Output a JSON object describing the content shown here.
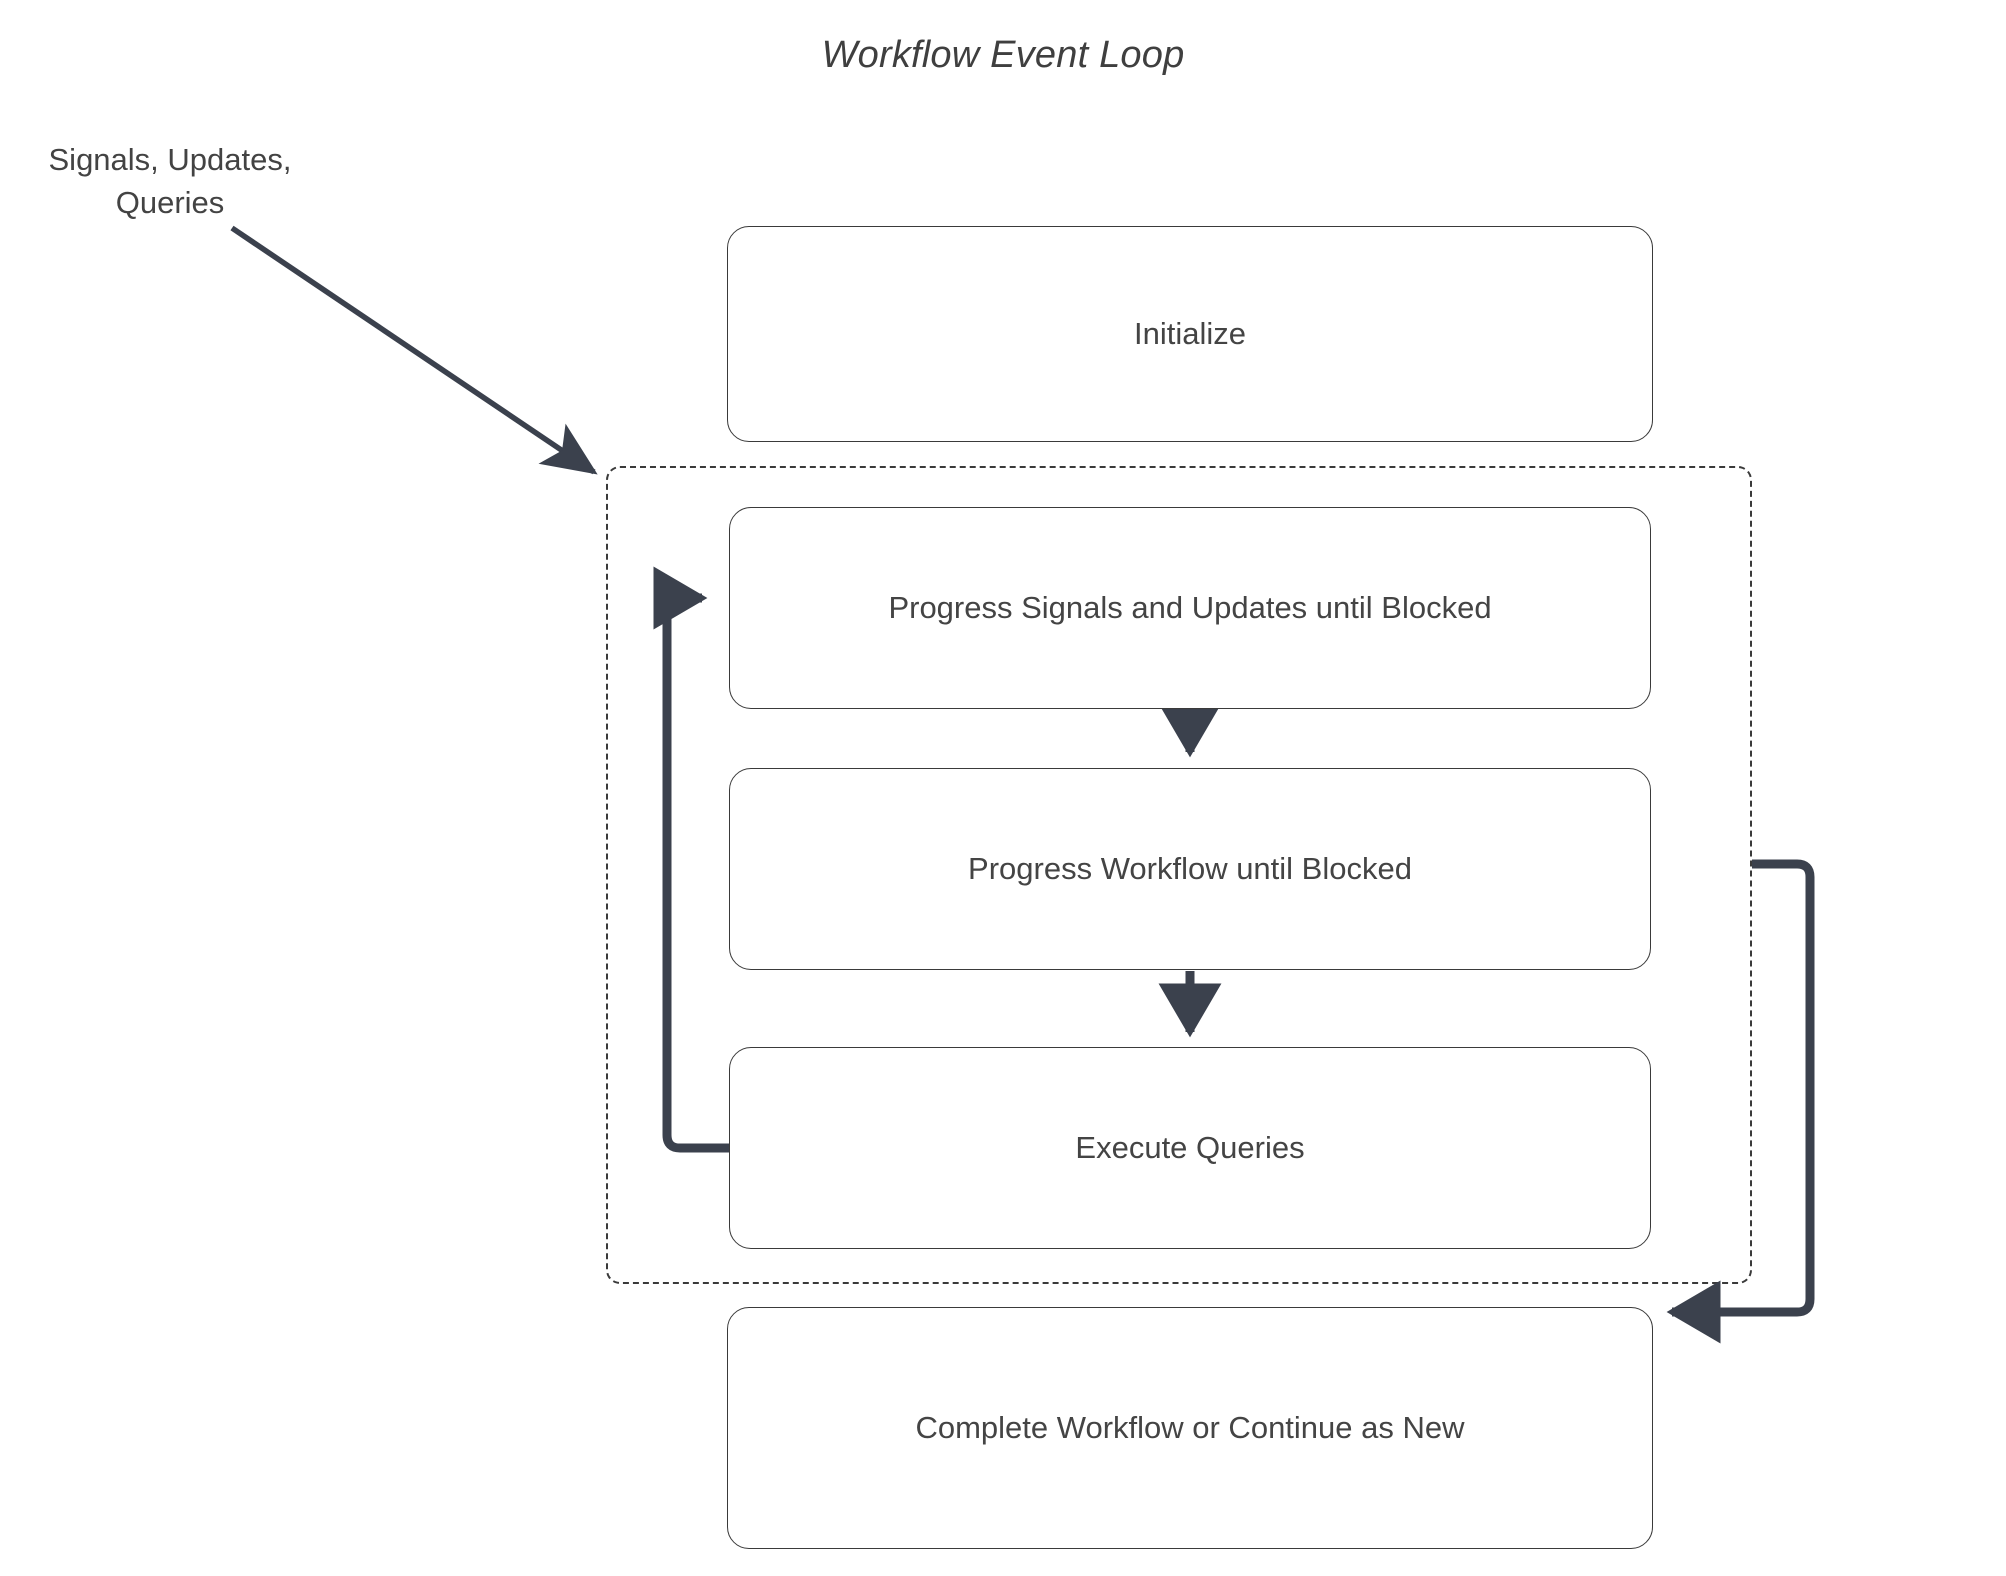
{
  "diagram": {
    "title": "Workflow Event Loop",
    "type": "flowchart",
    "colors": {
      "edge": "#3b414d",
      "node_border": "#3a3a3a",
      "node_fill": "#ffffff",
      "text": "#444444",
      "title_text": "#3f3f3f",
      "background": "#ffffff"
    },
    "external_label": "Signals, Updates,\nQueries",
    "loop_container": {
      "name": "event-loop-group",
      "style": "dashed"
    },
    "nodes": [
      {
        "id": "initialize",
        "label": "Initialize"
      },
      {
        "id": "progress-signals",
        "label": "Progress Signals and Updates until Blocked"
      },
      {
        "id": "progress-workflow",
        "label": "Progress Workflow until Blocked"
      },
      {
        "id": "execute-queries",
        "label": "Execute Queries"
      },
      {
        "id": "complete-workflow",
        "label": "Complete Workflow or Continue as New"
      }
    ],
    "edges": [
      {
        "from": "signals-updates-queries",
        "to": "event-loop-group",
        "style": "solid-arrow"
      },
      {
        "from": "progress-signals",
        "to": "progress-workflow",
        "style": "solid-arrow"
      },
      {
        "from": "progress-workflow",
        "to": "execute-queries",
        "style": "solid-arrow"
      },
      {
        "from": "execute-queries",
        "to": "progress-signals",
        "style": "loop-back-left"
      },
      {
        "from": "event-loop-group",
        "to": "complete-workflow",
        "style": "loop-right"
      }
    ]
  }
}
